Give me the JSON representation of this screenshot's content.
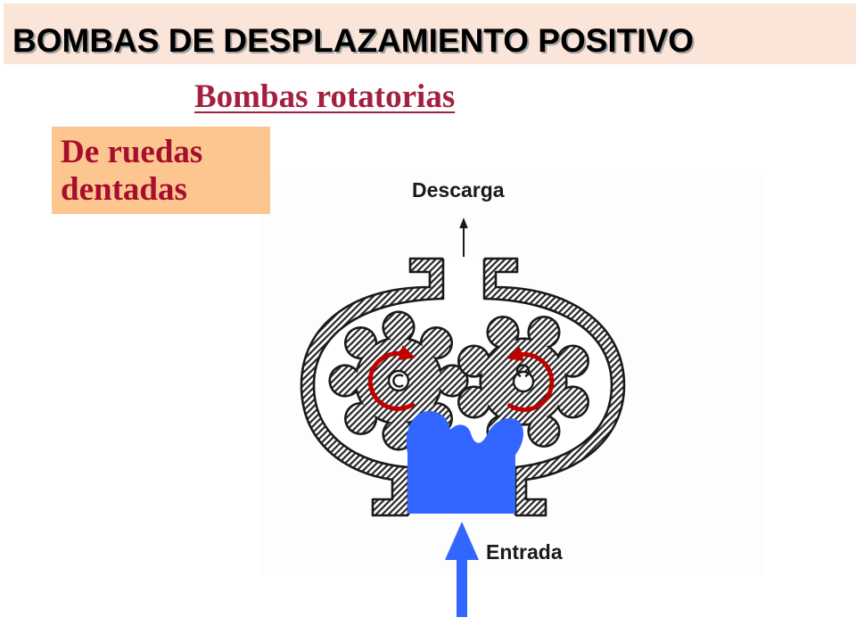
{
  "header": {
    "title": "BOMBAS DE DESPLAZAMIENTO POSITIVO"
  },
  "subtitle": "Bombas rotatorias",
  "pump_type_box": {
    "line1": "De ruedas",
    "line2": "dentadas"
  },
  "diagram": {
    "outlet_label": "Descarga",
    "inlet_label": "Entrada"
  },
  "colors": {
    "header_background": "#fbe4d8",
    "subtitle_text": "#a3203f",
    "box_background": "#fdc590",
    "box_text": "#a50f2d",
    "fluid": "#3366ff",
    "rotation_arrows": "#c00000"
  }
}
